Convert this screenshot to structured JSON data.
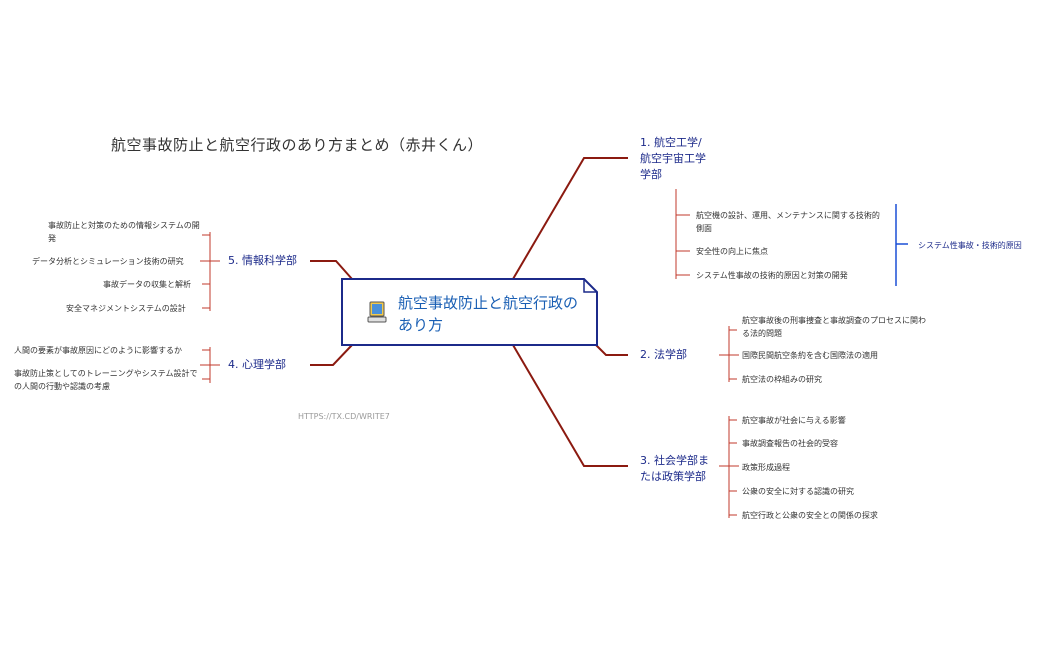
{
  "page_title": "航空事故防止と航空行政のあり方まとめ（赤井くん）",
  "center_topic": "航空事故防止と航空行政のあり方",
  "colors": {
    "branch_line": "#8b1a10",
    "sub_bracket": "#c0392b",
    "blue_bracket": "#1a4fd6",
    "center_border": "#1c2a8a"
  },
  "icons": {
    "center": "computer-icon"
  },
  "branches": [
    {
      "label_lines": [
        "1. 航空工学/",
        "航空宇宙工学",
        "学部"
      ],
      "children": [
        "航空機の設計、運用、メンテナンスに関する技術的側面",
        "安全性の向上に焦点",
        "システム性事故の技術的原因と対策の開発"
      ],
      "summary": "システム性事故・技術的原因"
    },
    {
      "label_lines": [
        "2. 法学部"
      ],
      "children": [
        "航空事故後の刑事捜査と事故調査のプロセスに関わる法的問題",
        "国際民間航空条約を含む国際法の適用",
        "航空法の枠組みの研究"
      ]
    },
    {
      "label_lines": [
        "3. 社会学部ま",
        "たは政策学部"
      ],
      "children": [
        "航空事故が社会に与える影響",
        "事故調査報告の社会的受容",
        "政策形成過程",
        "公衆の安全に対する認識の研究",
        "航空行政と公衆の安全との関係の探求"
      ]
    },
    {
      "label_lines": [
        "4. 心理学部"
      ],
      "children": [
        "人間の要素が事故原因にどのように影響するか",
        "事故防止策としてのトレーニングやシステム設計での人間の行動や認識の考慮"
      ]
    },
    {
      "label_lines": [
        "5. 情報科学部"
      ],
      "children": [
        "事故防止と対策のための情報システムの開発",
        "データ分析とシミュレーション技術の研究",
        "事故データの収集と解析",
        "安全マネジメントシステムの設計"
      ]
    }
  ],
  "watermark": "HTTPS://TX.CD/WRITE7"
}
